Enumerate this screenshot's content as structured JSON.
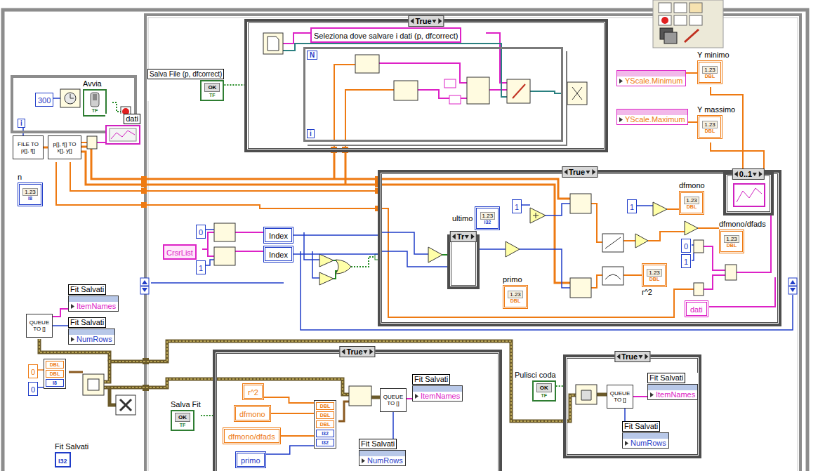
{
  "diagram": {
    "nodes": [
      {
        "text": [
          "i"
        ]
      },
      {
        "text": [
          "300"
        ],
        "in": 0
      },
      {
        "text": [
          "Avvia",
          "TF"
        ],
        "in": 0
      },
      {
        "text": [
          "dati"
        ]
      },
      {
        "text": [
          "FILE TO p[], f[]"
        ]
      },
      {
        "text": [
          "p[], f[] TO x[], y[]"
        ]
      },
      {
        "text": [
          "n",
          "1.23",
          "I8"
        ]
      },
      {
        "text": [
          "True"
        ]
      },
      {
        "text": [
          "Seleziona dove salvare i dati (p, dfcorrect)"
        ],
        "in": 7
      },
      {
        "text": [
          "N",
          "i"
        ],
        "in": 7
      },
      {
        "text": [
          "Salva File (p, dfcorrect)",
          "OK",
          "TF"
        ]
      },
      {
        "text": [
          "YScale.Minimum"
        ]
      },
      {
        "text": [
          "Y minimo",
          "1.23",
          "DBL"
        ]
      },
      {
        "text": [
          "YScale.Maximum"
        ]
      },
      {
        "text": [
          "Y massimo",
          "1.23",
          "DBL"
        ]
      },
      {
        "text": [
          "True"
        ]
      },
      {
        "text": [
          "ultimo",
          "1.23",
          "I32"
        ],
        "in": 15
      },
      {
        "text": [
          "Tr"
        ],
        "in": 15
      },
      {
        "text": [
          "primo",
          "1.23",
          "DBL"
        ],
        "in": 15
      },
      {
        "text": [
          "1"
        ],
        "in": 15
      },
      {
        "text": [
          "1"
        ],
        "in": 15
      },
      {
        "text": [
          "dfmono",
          "1.23",
          "DBL"
        ],
        "in": 15
      },
      {
        "text": [
          "dfmono/dfads",
          "1.23",
          "DBL"
        ],
        "in": 15
      },
      {
        "text": [
          "0..1"
        ],
        "in": 15
      },
      {
        "text": [
          "0"
        ],
        "in": 15
      },
      {
        "text": [
          "1"
        ],
        "in": 15
      },
      {
        "text": [
          "r^2",
          "1.23",
          "DBL"
        ],
        "in": 15
      },
      {
        "text": [
          "dati"
        ],
        "in": 15
      },
      {
        "text": [
          "CrsrList"
        ]
      },
      {
        "text": [
          "0"
        ]
      },
      {
        "text": [
          "1"
        ]
      },
      {
        "text": [
          "Index"
        ]
      },
      {
        "text": [
          "Index"
        ]
      },
      {
        "text": [
          "Fit Salvati",
          "ItemNames"
        ]
      },
      {
        "text": [
          "Fit Salvati",
          "NumRows"
        ]
      },
      {
        "text": [
          "QUEUE TO []"
        ]
      },
      {
        "text": [
          "0"
        ]
      },
      {
        "text": [
          "0"
        ]
      },
      {
        "text": [
          "DBL",
          "DBL",
          "I8"
        ]
      },
      {
        "text": [
          "Fit Salvati",
          "I32"
        ]
      },
      {
        "text": [
          "Salva Fit",
          "OK",
          "TF"
        ]
      },
      {
        "text": [
          "True"
        ]
      },
      {
        "text": [
          "r^2"
        ],
        "in": 41
      },
      {
        "text": [
          "dfmono"
        ],
        "in": 41
      },
      {
        "text": [
          "dfmono/dfads"
        ],
        "in": 41
      },
      {
        "text": [
          "primo"
        ],
        "in": 41
      },
      {
        "text": [
          "DBL",
          "DBL",
          "DBL",
          "I32",
          "I32"
        ],
        "in": 41
      },
      {
        "text": [
          "QUEUE TO []"
        ],
        "in": 41
      },
      {
        "text": [
          "Fit Salvati",
          "ItemNames"
        ],
        "in": 41
      },
      {
        "text": [
          "Fit Salvati",
          "NumRows"
        ],
        "in": 41
      },
      {
        "text": [
          "Pulisci coda",
          "OK",
          "TF"
        ]
      },
      {
        "text": [
          "True"
        ]
      },
      {
        "text": [
          "QUEUE TO []"
        ],
        "in": 51
      },
      {
        "text": [
          "Fit Salvati",
          "ItemNames"
        ],
        "in": 51
      },
      {
        "text": [
          "Fit Salvati",
          "NumRows"
        ],
        "in": 51
      }
    ],
    "edges": [
      {
        "from": 10,
        "to": 7,
        "arrow": "none"
      },
      {
        "from": 12,
        "to": 11,
        "arrow": "none"
      },
      {
        "from": 14,
        "to": 13,
        "arrow": "none"
      },
      {
        "from": 4,
        "to": 5,
        "arrow": "none"
      },
      {
        "from": 35,
        "to": 33,
        "arrow": "none"
      },
      {
        "from": 35,
        "to": 34,
        "arrow": "none"
      },
      {
        "from": 40,
        "to": 41,
        "arrow": "none"
      },
      {
        "from": 47,
        "to": 48,
        "arrow": "none"
      },
      {
        "from": 47,
        "to": 49,
        "arrow": "none"
      },
      {
        "from": 50,
        "to": 51,
        "arrow": "none"
      },
      {
        "from": 52,
        "to": 53,
        "arrow": "none"
      },
      {
        "from": 52,
        "to": 54,
        "arrow": "none"
      },
      {
        "from": 42,
        "to": 46,
        "arrow": "none"
      },
      {
        "from": 43,
        "to": 46,
        "arrow": "none"
      },
      {
        "from": 44,
        "to": 46,
        "arrow": "none"
      },
      {
        "from": 45,
        "to": 46,
        "arrow": "none"
      },
      {
        "from": 31,
        "to": 15,
        "arrow": "none"
      },
      {
        "from": 32,
        "to": 15,
        "arrow": "none"
      }
    ]
  }
}
